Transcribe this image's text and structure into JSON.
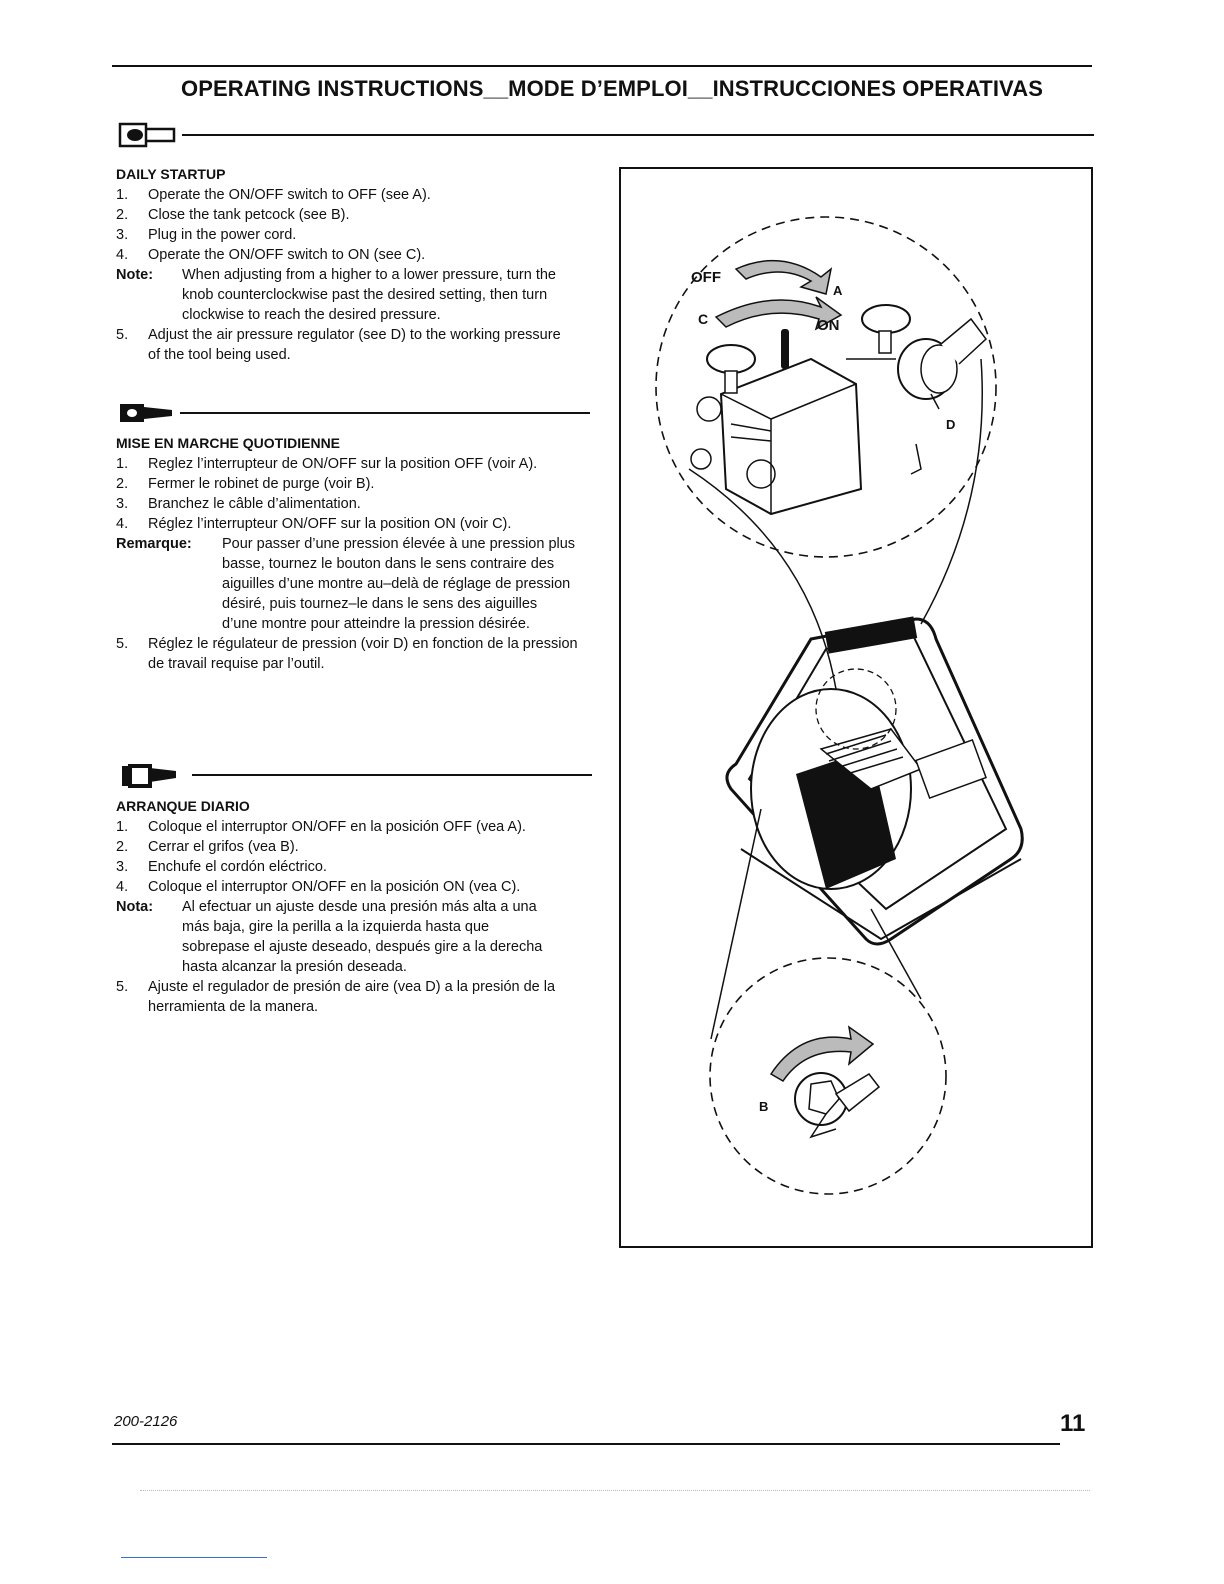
{
  "header": {
    "title": "OPERATING INSTRUCTIONS__MODE D’EMPLOI__INSTRUCCIONES OPERATIVAS"
  },
  "english": {
    "title": "DAILY STARTUP",
    "steps": [
      {
        "n": "1.",
        "text": "Operate the ON/OFF switch to OFF (see A)."
      },
      {
        "n": "2.",
        "text": "Close the tank petcock (see B)."
      },
      {
        "n": "3.",
        "text": "Plug in the power cord."
      },
      {
        "n": "4.",
        "text": "Operate the ON/OFF switch to ON (see C)."
      }
    ],
    "note_label": "Note:",
    "note_text": "When adjusting from a higher to a lower pressure, turn the knob counterclockwise past the desired setting, then turn clockwise to reach the desired pressure.",
    "step5_n": "5.",
    "step5_text": "Adjust the air pressure regulator (see D) to the working pressure of the tool being used."
  },
  "french": {
    "title": "MISE EN MARCHE QUOTIDIENNE",
    "steps": [
      {
        "n": "1.",
        "text": "Reglez l’interrupteur de ON/OFF sur la position OFF (voir A)."
      },
      {
        "n": "2.",
        "text": "Fermer le robinet de purge (voir B)."
      },
      {
        "n": "3.",
        "text": "Branchez le câble d’alimentation."
      },
      {
        "n": "4.",
        "text": "Réglez l’interrupteur ON/OFF sur la position ON (voir C)."
      }
    ],
    "note_label": "Remarque:",
    "note_text": "Pour passer d’une pression élevée à une pression plus basse, tournez le bouton dans le sens contraire des aiguilles d’une montre au–delà de réglage de pression désiré, puis tournez–le dans le sens des aiguilles d’une montre pour atteindre la pression désirée.",
    "step5_n": "5.",
    "step5_text": "Réglez le régulateur de pression (voir D) en fonction de la pression de travail requise par l’outil."
  },
  "spanish": {
    "title": "ARRANQUE DIARIO",
    "steps": [
      {
        "n": "1.",
        "text": "Coloque el interruptor ON/OFF en la posición OFF (vea A)."
      },
      {
        "n": "2.",
        "text": "Cerrar el grifos (vea B)."
      },
      {
        "n": "3.",
        "text": "Enchufe el cordón eléctrico."
      },
      {
        "n": "4.",
        "text": "Coloque el interruptor ON/OFF en la posición ON (vea C)."
      }
    ],
    "note_label": "Nota:",
    "note_text": "Al efectuar un ajuste desde una presión más alta a una más baja, gire la perilla a la izquierda hasta que sobrepase el ajuste deseado, después gire a la derecha hasta alcanzar la presión deseada.",
    "step5_n": "5.",
    "step5_text": "Ajuste el regulador de presión de aire (vea D) a la presión de la herramienta de la manera."
  },
  "figure": {
    "label_off": "OFF",
    "label_a": "A",
    "label_c": "C",
    "label_on": "ON",
    "label_d": "D",
    "label_b": "B"
  },
  "footer": {
    "doc_number": "200-2126",
    "page_number": "11"
  }
}
